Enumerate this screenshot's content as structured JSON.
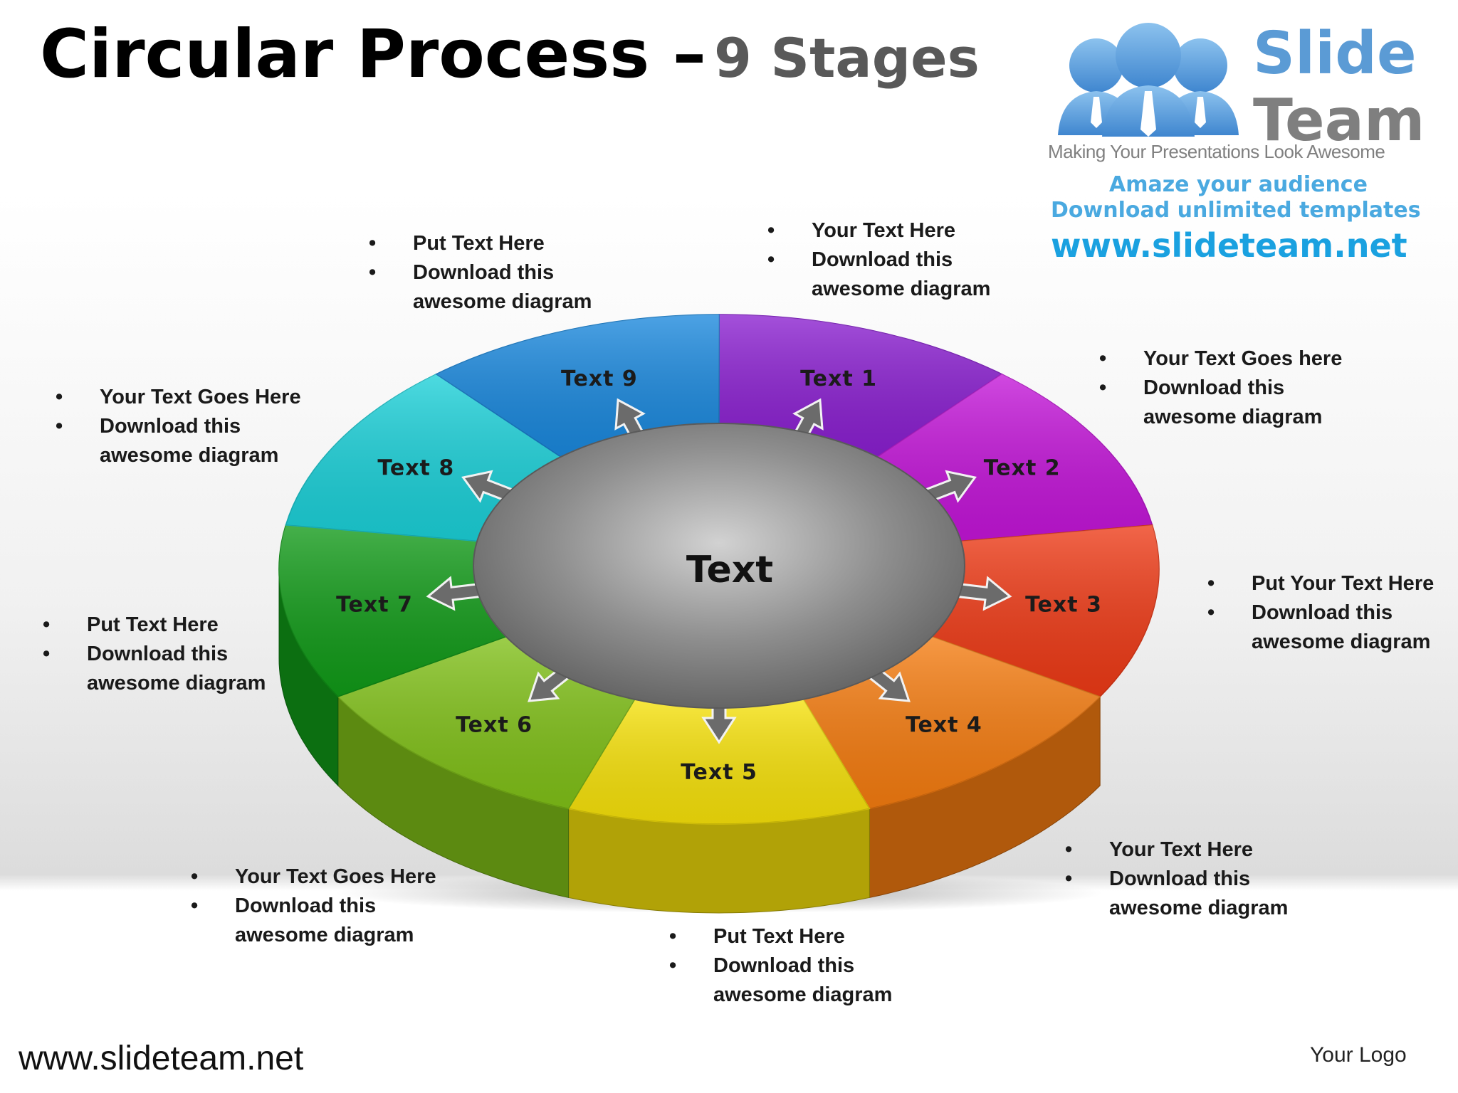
{
  "title": {
    "main": "Circular Process –",
    "sub": "9 Stages"
  },
  "brand": {
    "word1": "Slide",
    "word2": "Team",
    "tagline": "Making Your Presentations Look Awesome",
    "line1": "Amaze your audience",
    "line2": "Download unlimited templates",
    "url": "www.slideteam.net",
    "colors": {
      "word1": "#5b9bd5",
      "word2": "#7f7f7f",
      "links": "#1aa1e0"
    }
  },
  "diagram": {
    "center_label": "Text",
    "segments": [
      {
        "label": "Text 1",
        "color": "#8a1fd0"
      },
      {
        "label": "Text 2",
        "color": "#c315d8"
      },
      {
        "label": "Text 3",
        "color": "#ee3a16"
      },
      {
        "label": "Text 4",
        "color": "#f57c10"
      },
      {
        "label": "Text 5",
        "color": "#f6e10a"
      },
      {
        "label": "Text 6",
        "color": "#80c018"
      },
      {
        "label": "Text 7",
        "color": "#119a18"
      },
      {
        "label": "Text 8",
        "color": "#1bd0d8"
      },
      {
        "label": "Text 9",
        "color": "#1a88dd"
      }
    ]
  },
  "callouts": [
    {
      "line1": "Put Text Here",
      "line2": "Download this",
      "line3": "awesome diagram"
    },
    {
      "line1": "Your Text Here",
      "line2": "Download this",
      "line3": "awesome diagram"
    },
    {
      "line1": "Your Text Goes Here",
      "line2": "Download this",
      "line3": "awesome diagram"
    },
    {
      "line1": "Your Text Goes here",
      "line2": "Download this",
      "line3": "awesome diagram"
    },
    {
      "line1": "Put Text Here",
      "line2": "Download this",
      "line3": "awesome diagram"
    },
    {
      "line1": "Put Your Text Here",
      "line2": "Download this",
      "line3": "awesome diagram"
    },
    {
      "line1": "Your Text Goes Here",
      "line2": "Download this",
      "line3": "awesome diagram"
    },
    {
      "line1": "Put Text Here",
      "line2": "Download this",
      "line3": "awesome diagram"
    },
    {
      "line1": "Your Text Here",
      "line2": "Download this",
      "line3": "awesome diagram"
    }
  ],
  "footer": {
    "url": "www.slideteam.net",
    "logo": "Your Logo"
  }
}
